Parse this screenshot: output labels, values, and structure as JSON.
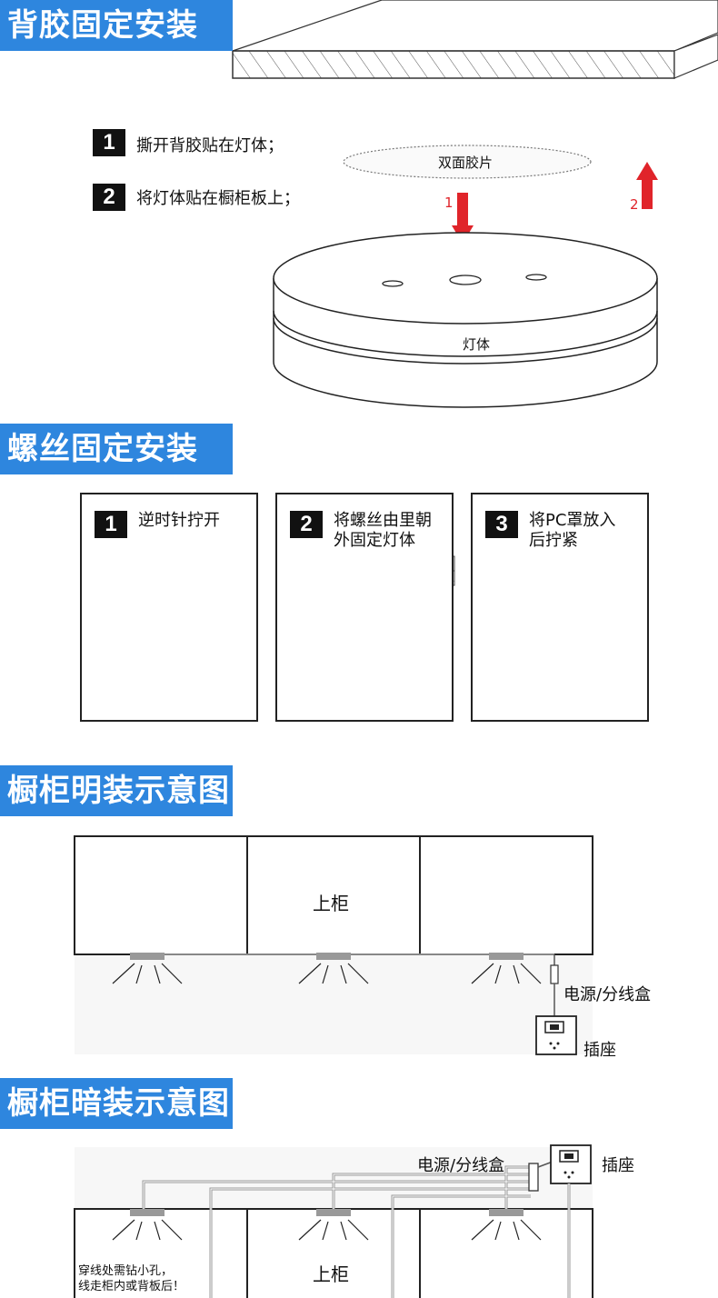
{
  "colors": {
    "banner": "#2e86de",
    "arrow": "#e0242a",
    "stepbox": "#111111"
  },
  "section1": {
    "title": "背胶固定安装",
    "steps": [
      {
        "num": "1",
        "text": "撕开背胶贴在灯体；"
      },
      {
        "num": "2",
        "text": "将灯体贴在橱柜板上；"
      }
    ],
    "tape_label": "双面胶片",
    "body_label": "灯体",
    "arrow1_label": "1",
    "arrow2_label": "2"
  },
  "section2": {
    "title": "螺丝固定安装",
    "panels": [
      {
        "num": "1",
        "text": "逆时针拧开"
      },
      {
        "num": "2",
        "text": "将螺丝由里朝外固定灯体"
      },
      {
        "num": "3",
        "text": "将PC罩放入后拧紧"
      }
    ]
  },
  "section3": {
    "title": "橱柜明装示意图",
    "cabinet_label": "上柜",
    "power_label": "电源/分线盒",
    "socket_label": "插座"
  },
  "section4": {
    "title": "橱柜暗装示意图",
    "cabinet_label": "上柜",
    "power_label": "电源/分线盒",
    "socket_label": "插座",
    "note_line1": "穿线处需钻小孔，",
    "note_line2": "线走柜内或背板后！"
  }
}
